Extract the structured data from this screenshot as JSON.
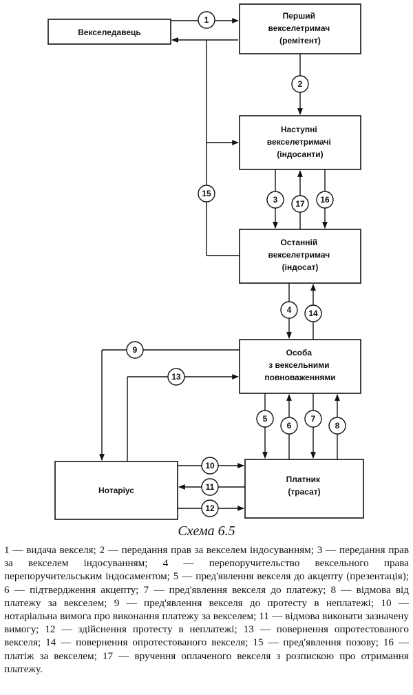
{
  "boxes": {
    "drawer": [
      "Векселедавець"
    ],
    "first_holder": [
      "Перший",
      "векселетримач",
      "(ремітент)"
    ],
    "next_holders": [
      "Наступні",
      "векселетримачі",
      "(індосанти)"
    ],
    "last_holder": [
      "Останній",
      "векселетримач",
      "(індосат)"
    ],
    "agent": [
      "Особа",
      "з вексельними",
      "повноваженнями"
    ],
    "notary": [
      "Нотаріус"
    ],
    "payer": [
      "Платник",
      "(трасат)"
    ]
  },
  "badges": [
    "1",
    "2",
    "3",
    "4",
    "5",
    "6",
    "7",
    "8",
    "9",
    "10",
    "11",
    "12",
    "13",
    "14",
    "15",
    "16",
    "17"
  ],
  "caption": "Схема 6.5",
  "legend": [
    "1 — видача векселя;",
    "2 — передання прав за векселем індосуванням;",
    "3 — передання прав за векселем індосуванням;",
    "4 — перепоручительство вексельного права перепоручительським індосаментом;",
    "5 — пред'явлення векселя до акцепту (презентація);",
    "6 — підтвердження акцепту;",
    "7 — пред'явлення векселя до платежу;",
    "8 — відмова від платежу за векселем;",
    "9 — пред'явлення векселя до протесту в неплатежі;",
    "10 — нотаріальна вимога про виконання платежу за векселем;",
    "11 — відмова виконати зазначену вимогу;",
    "12 — здійснення протесту в неплатежі;",
    "13 — повернення опротестованого векселя;",
    "14 — повернення опротестованого векселя;",
    "15 — пред'явлення позову;",
    "16 — платіж за векселем;",
    "17 — вручення оплаченого векселя з розпискою про отримання платежу."
  ]
}
